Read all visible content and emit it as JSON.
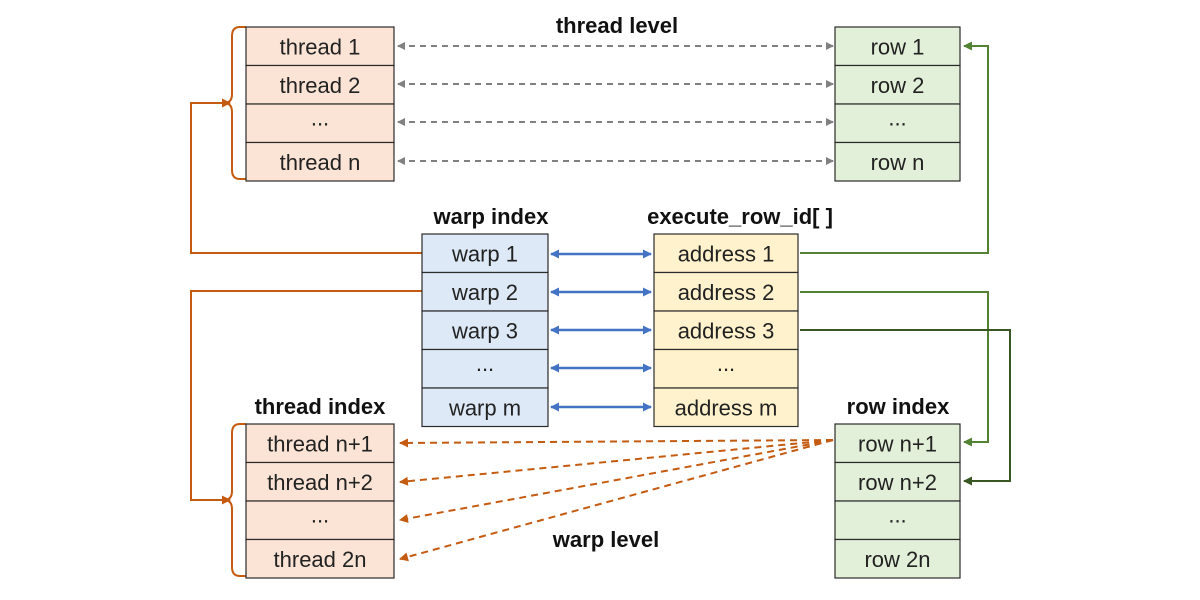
{
  "labels": {
    "thread_level": "thread level",
    "warp_level": "warp level",
    "warp_index": "warp index",
    "execute_row_id": "execute_row_id[ ]",
    "thread_index": "thread index",
    "row_index": "row index"
  },
  "threads_top": [
    "thread 1",
    "thread 2",
    "...",
    "thread n"
  ],
  "rows_top": [
    "row 1",
    "row 2",
    "...",
    "row n"
  ],
  "warps": [
    "warp 1",
    "warp 2",
    "warp 3",
    "...",
    "warp m"
  ],
  "addresses": [
    "address 1",
    "address 2",
    "address 3",
    "...",
    "address m"
  ],
  "threads_bottom": [
    "thread n+1",
    "thread n+2",
    "...",
    "thread 2n"
  ],
  "rows_bottom": [
    "row n+1",
    "row n+2",
    "...",
    "row 2n"
  ],
  "colors": {
    "thread_fill": "#fbe4d6",
    "row_fill": "#e3f0d9",
    "warp_fill": "#dde9f6",
    "address_fill": "#fff2cc",
    "orange": "#c55a11",
    "green": "#548235",
    "dark_green": "#385723",
    "blue": "#4472c4",
    "gray": "#808080"
  }
}
